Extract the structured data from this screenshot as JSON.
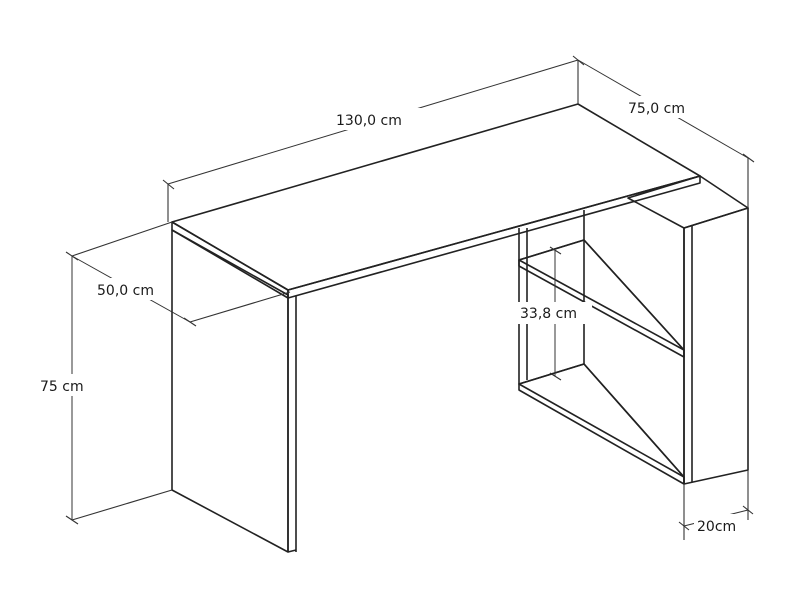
{
  "diagram": {
    "dimensions": {
      "desk_length": "130,0 cm",
      "shelf_length": "75,0 cm",
      "desk_depth": "50,0 cm",
      "height": "75 cm",
      "shelf_spacing": "33,8 cm",
      "shelf_depth": "20cm"
    },
    "colors": {
      "surface": "#d4d4d4",
      "outline": "#222222",
      "background": "#ffffff"
    }
  }
}
